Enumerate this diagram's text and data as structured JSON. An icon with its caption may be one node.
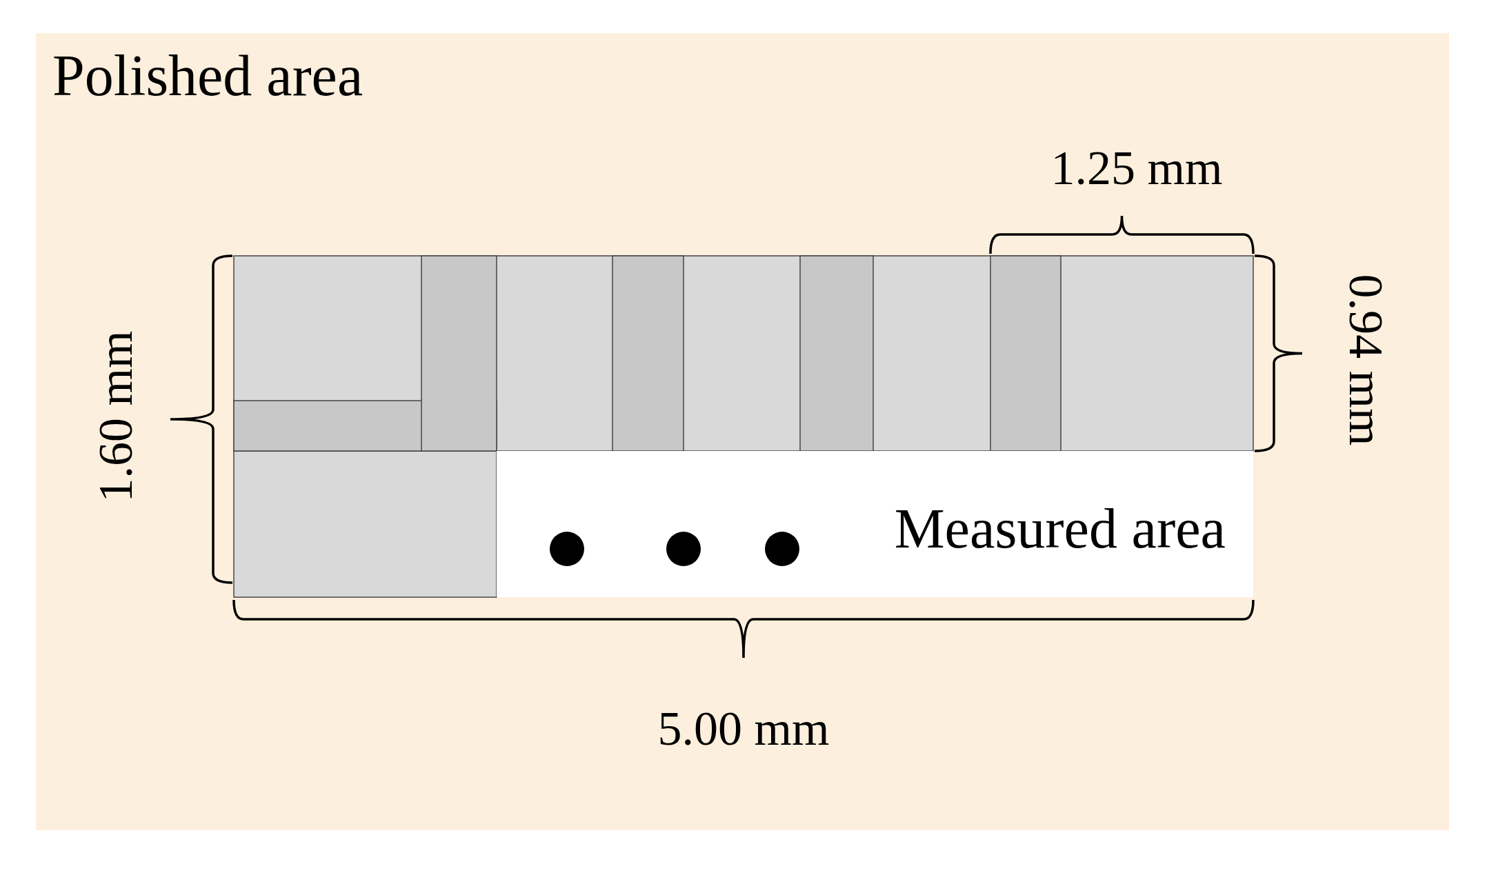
{
  "diagram": {
    "nodes": [
      {
        "text": [
          "Polished area"
        ]
      },
      {
        "text": [
          "Measured area"
        ],
        "in": 0
      }
    ],
    "labels": [
      "1.25 mm",
      "0.94 mm",
      "1.60 mm",
      "5.00 mm"
    ]
  }
}
